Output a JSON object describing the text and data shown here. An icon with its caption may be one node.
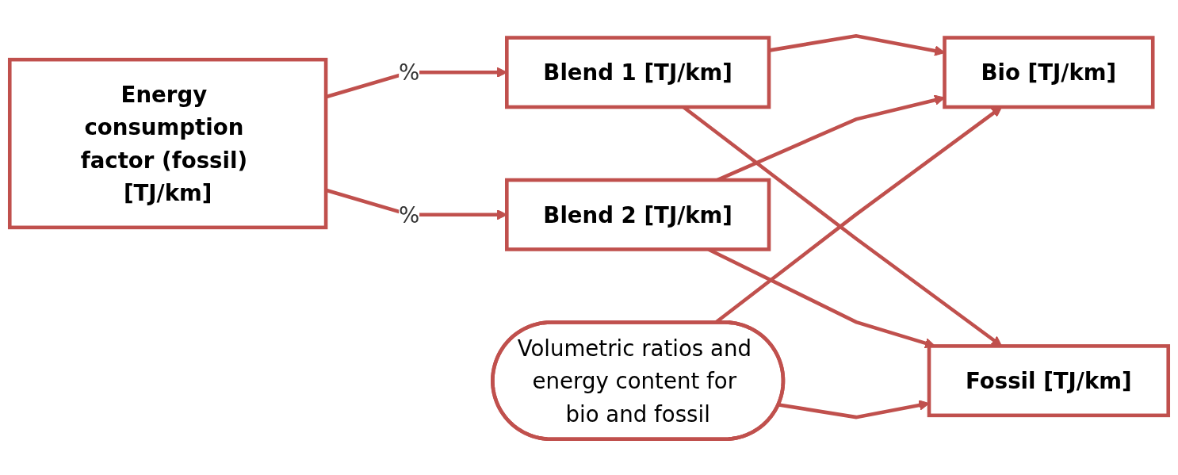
{
  "diagram": {
    "nodes": [
      {
        "text": [
          "Energy consumption factor (fossil) [TJ/km]"
        ]
      },
      {
        "text": [
          "Blend 1 [TJ/km]"
        ]
      },
      {
        "text": [
          "Blend 2 [TJ/km]"
        ]
      },
      {
        "text": [
          "Bio [TJ/km]"
        ]
      },
      {
        "text": [
          "Fossil [TJ/km]"
        ]
      },
      {
        "text": [
          "Volumetric ratios and energy content for bio and fossil"
        ]
      }
    ],
    "edges": [
      {
        "from": 0,
        "to": 1,
        "arrow": "to",
        "label": "%"
      },
      {
        "from": 0,
        "to": 2,
        "arrow": "to",
        "label": "%"
      },
      {
        "from": 1,
        "to": 3,
        "arrow": "to"
      },
      {
        "from": 1,
        "to": 4,
        "arrow": "to"
      },
      {
        "from": 2,
        "to": 3,
        "arrow": "to"
      },
      {
        "from": 2,
        "to": 4,
        "arrow": "to"
      },
      {
        "from": 5,
        "to": 3,
        "arrow": "to"
      },
      {
        "from": 5,
        "to": 4,
        "arrow": "to"
      }
    ]
  }
}
